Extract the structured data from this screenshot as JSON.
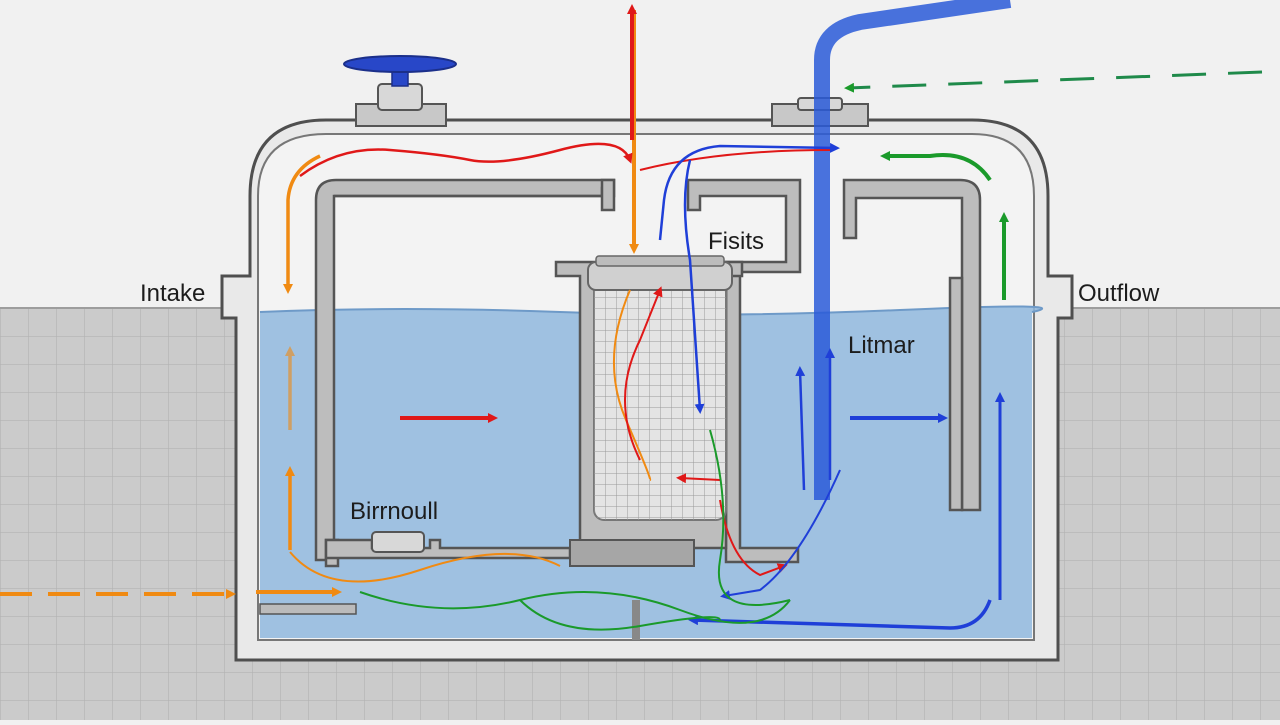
{
  "labels": {
    "intake": "Intake",
    "outflow": "Outflow",
    "fisits": "Fisits",
    "litmar": "Litmar",
    "birrnoull": "Birrnoull"
  },
  "colors": {
    "background": "#f1f1f1",
    "ground": "#cbcbcb",
    "ground_grid": "#b4b4b4",
    "tank_wall": "#7a7a7a",
    "tank_wall_dark": "#4f4f4f",
    "water": "#8fb7dd",
    "valve_handle": "#2847c8",
    "flow_orange": "#f08a12",
    "flow_red": "#e01818",
    "flow_blue": "#1f3fd8",
    "flow_green": "#1a9a2a",
    "pipe_blue": "#2a5ad8",
    "dashed_green": "#1f8a4a"
  },
  "icons": [
    "valve-handle-icon",
    "filter-cartridge-icon",
    "vent-fitting-icon"
  ]
}
